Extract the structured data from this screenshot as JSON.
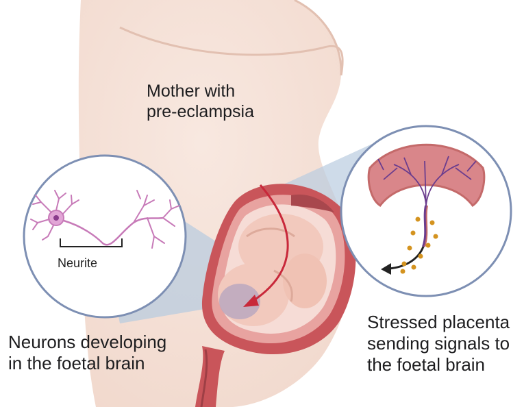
{
  "labels": {
    "mother": [
      "Mother with",
      "pre-eclampsia"
    ],
    "neurons": [
      "Neurons developing",
      "in the foetal brain"
    ],
    "placenta": [
      "Stressed placenta",
      "sending signals to",
      "the foetal brain"
    ],
    "neurite": "Neurite"
  },
  "colors": {
    "skin": "#f6e3da",
    "skin_shadow": "#ebcdbf",
    "uterus": "#c9555a",
    "uterus_inner": "#e8a3a0",
    "fetus": "#f2c9bd",
    "fetus_shadow": "#ddaa9b",
    "zoom_cone": "#b9ccdf",
    "circle_border": "#7d8fb3",
    "neuron": "#c77ab8",
    "neuron_nucleus": "#8a3b8c",
    "signal_arrow": "#c8283a",
    "signal_dots": "#d4931f",
    "placenta_outer": "#c46a6a",
    "placenta_vessels": "#6b3d8e",
    "black_arrow": "#222222"
  }
}
